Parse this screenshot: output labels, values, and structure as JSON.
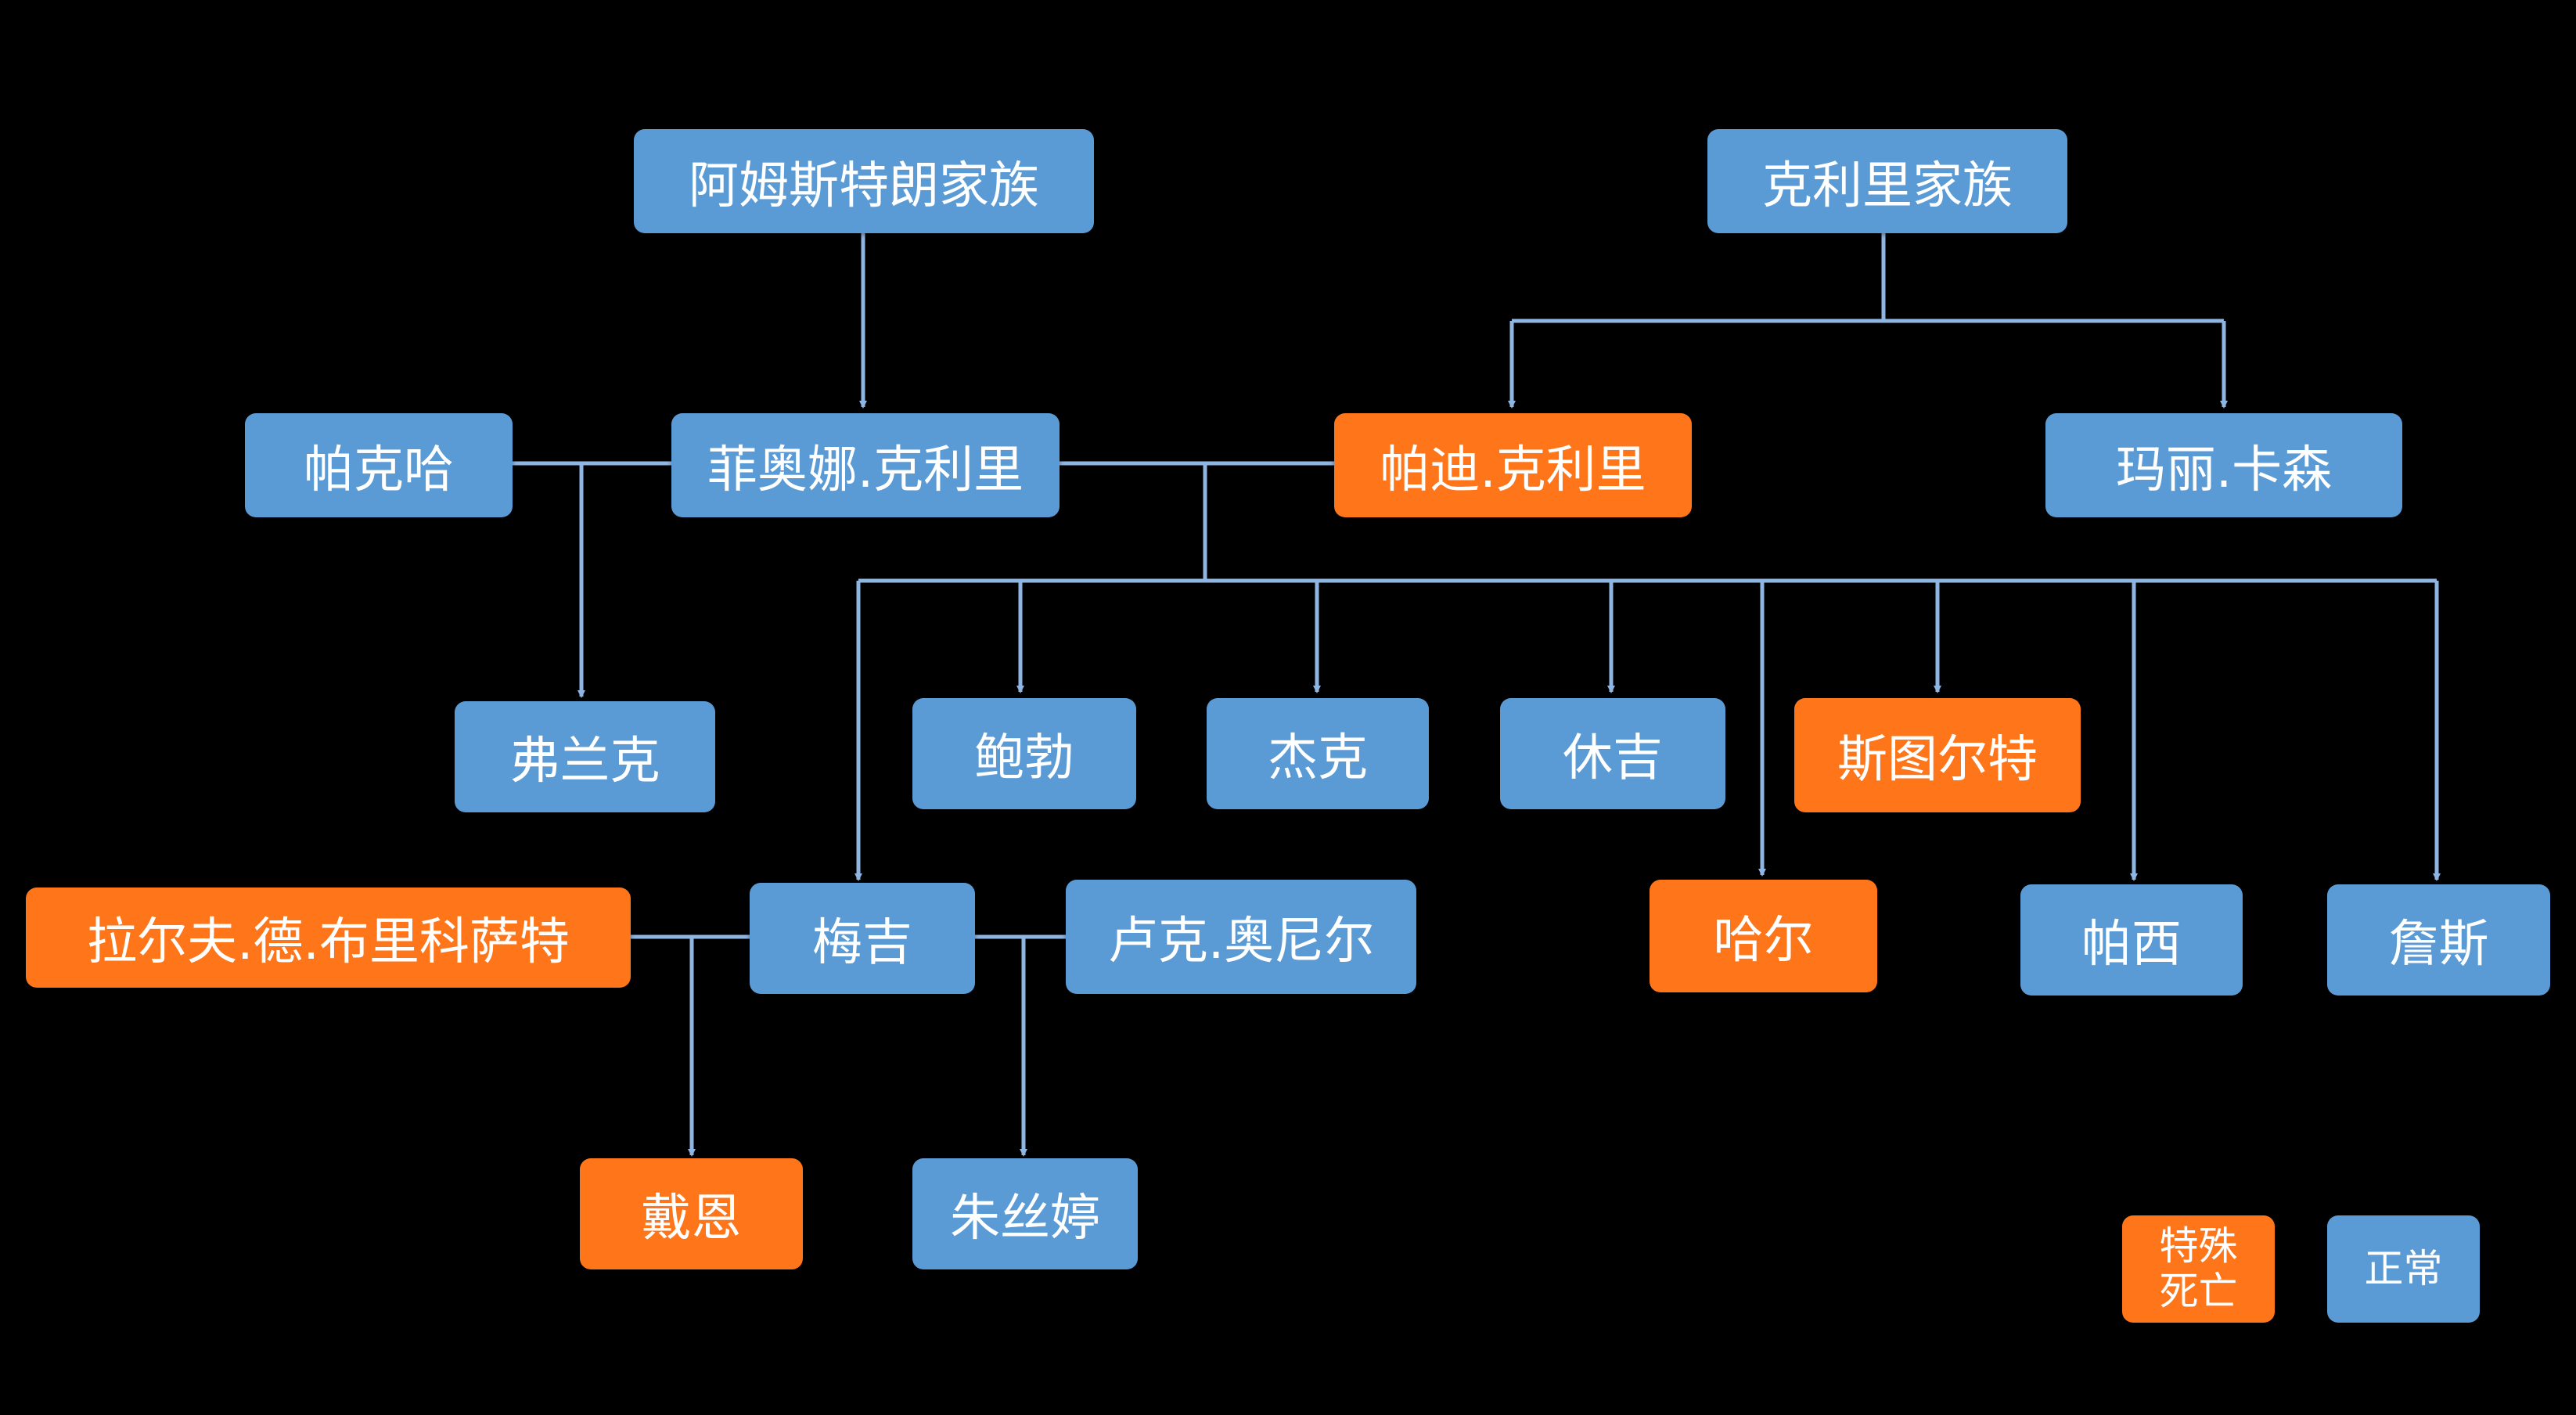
{
  "colors": {
    "normal": "#5b9bd5",
    "special_death": "#ff7519",
    "line": "#8fb5e2",
    "background": "#000000"
  },
  "families": {
    "armstrong": "阿姆斯特朗家族",
    "curry": "克利里家族"
  },
  "people": {
    "paddy_packha": "帕克哈",
    "fiona": "菲奥娜.克利里",
    "paddy": "帕迪.克利里",
    "mary": "玛丽.卡森",
    "frank": "弗兰克",
    "bob": "鲍勃",
    "jack": "杰克",
    "hughie": "休吉",
    "stuart": "斯图尔特",
    "hal": "哈尔",
    "patsy": "帕西",
    "jims": "詹斯",
    "ralph": "拉尔夫.德.布里科萨特",
    "meggie": "梅吉",
    "luke": "卢克.奥尼尔",
    "dane": "戴恩",
    "justine": "朱丝婷"
  },
  "legend": {
    "special_line1": "特殊",
    "special_line2": "死亡",
    "normal": "正常"
  }
}
